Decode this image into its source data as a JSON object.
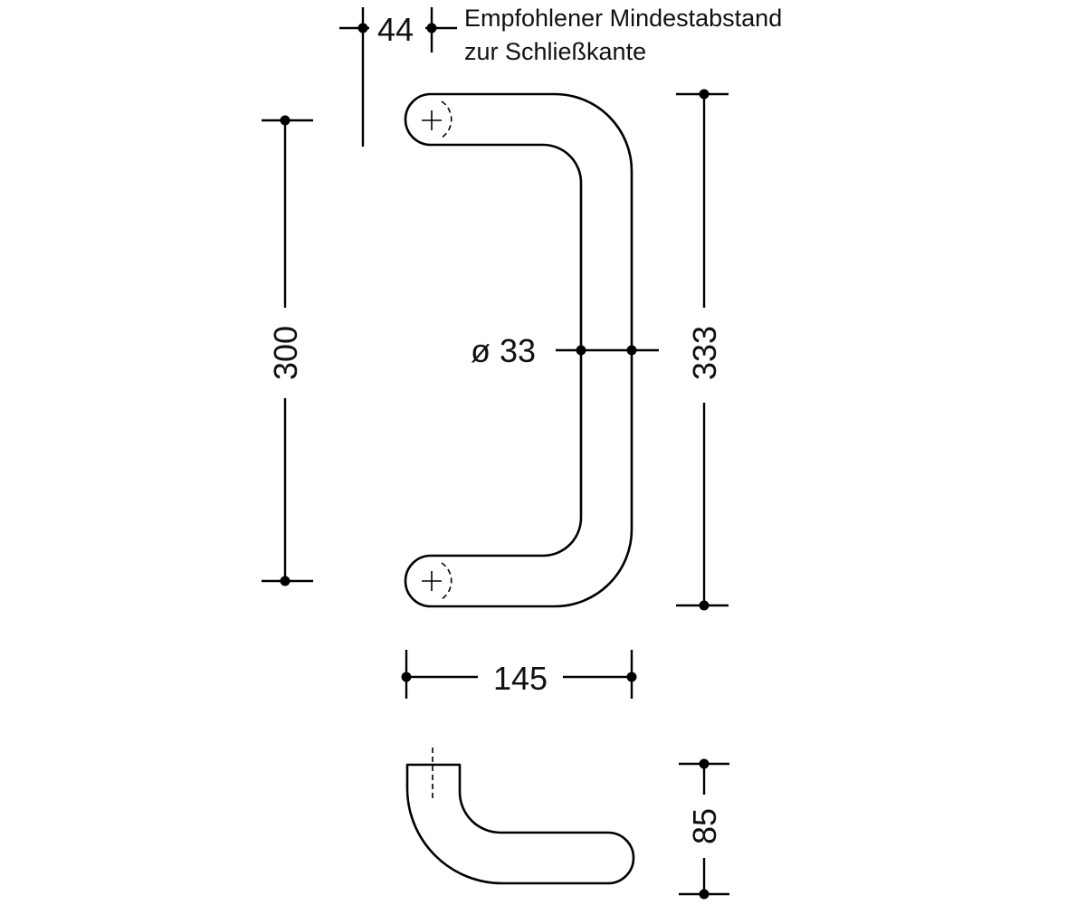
{
  "note": {
    "line1": "Empfohlener Mindestabstand",
    "line2": "zur Schließkante"
  },
  "dimensions": {
    "min_distance": "44",
    "hole_spacing": "300",
    "overall_height": "333",
    "tube_diameter": "ø 33",
    "projection": "145",
    "side_depth": "85"
  }
}
